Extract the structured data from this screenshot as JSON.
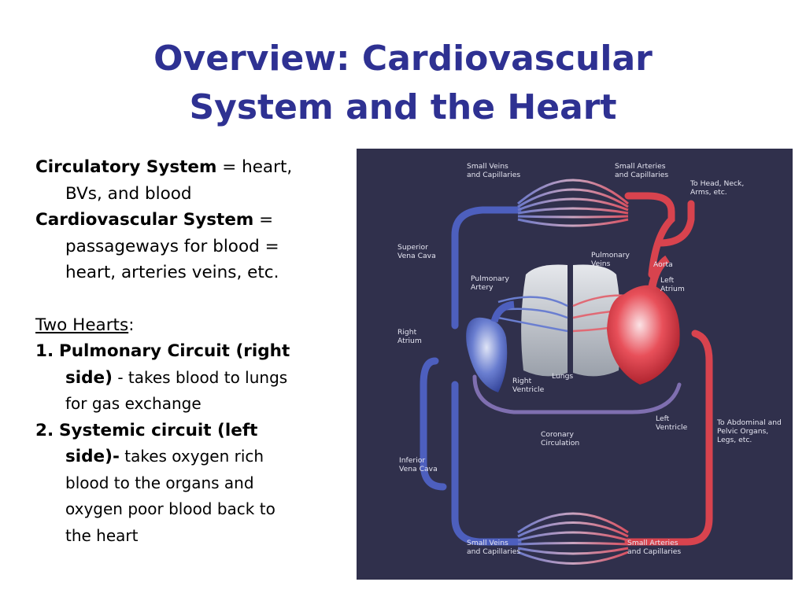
{
  "title": {
    "line1": "Overview: Cardiovascular",
    "line2": "System and the Heart"
  },
  "body": {
    "circulatory_term": "Circulatory System",
    "circulatory_def1": " = heart,",
    "circulatory_def2": "BVs, and blood",
    "cardio_term": "Cardiovascular System",
    "cardio_def1": " =",
    "cardio_def2": "passageways for blood =",
    "cardio_def3": "heart, arteries veins, etc.",
    "two_hearts_label": "Two Hearts",
    "two_hearts_colon": ":",
    "item1_number": "1.",
    "item1_bold_a": "Pulmonary Circuit (right",
    "item1_bold_b": "side)",
    "item1_rest_a": " - takes blood to lungs",
    "item1_rest_b": "for gas exchange",
    "item2_number": "2.",
    "item2_bold_a": "Systemic circuit (left",
    "item2_bold_b": "side)-",
    "item2_rest_a": " takes oxygen rich",
    "item2_rest_b": "blood to the organs and",
    "item2_rest_c": "oxygen poor blood back to",
    "item2_rest_d": "the heart"
  },
  "diagram": {
    "labels": {
      "small_veins_top_1": "Small Veins",
      "small_veins_top_2": "and Capillaries",
      "small_arteries_top_1": "Small Arteries",
      "small_arteries_top_2": "and Capillaries",
      "to_head_1": "To Head, Neck,",
      "to_head_2": "Arms, etc.",
      "superior_vena_cava_1": "Superior",
      "superior_vena_cava_2": "Vena Cava",
      "pulmonary_veins_1": "Pulmonary",
      "pulmonary_veins_2": "Veins",
      "aorta": "Aorta",
      "left_atrium_1": "Left",
      "left_atrium_2": "Atrium",
      "pulmonary_artery_1": "Pulmonary",
      "pulmonary_artery_2": "Artery",
      "right_atrium_1": "Right",
      "right_atrium_2": "Atrium",
      "lungs": "Lungs",
      "right_ventricle_1": "Right",
      "right_ventricle_2": "Ventricle",
      "left_ventricle_1": "Left",
      "left_ventricle_2": "Ventricle",
      "coronary_1": "Coronary",
      "coronary_2": "Circulation",
      "to_abdominal_1": "To Abdominal and",
      "to_abdominal_2": "Pelvic Organs,",
      "to_abdominal_3": "Legs, etc.",
      "inferior_vena_cava_1": "Inferior",
      "inferior_vena_cava_2": "Vena Cava",
      "small_veins_bottom_1": "Small Veins",
      "small_veins_bottom_2": "and Capillaries",
      "small_arteries_bottom_1": "Small Arteries",
      "small_arteries_bottom_2": "and Capillaries"
    },
    "colors": {
      "background": "#30304c",
      "oxygen_rich": "#d9303a",
      "oxygen_poor": "#3a4fb0",
      "lungs": "#c9ced6"
    }
  }
}
